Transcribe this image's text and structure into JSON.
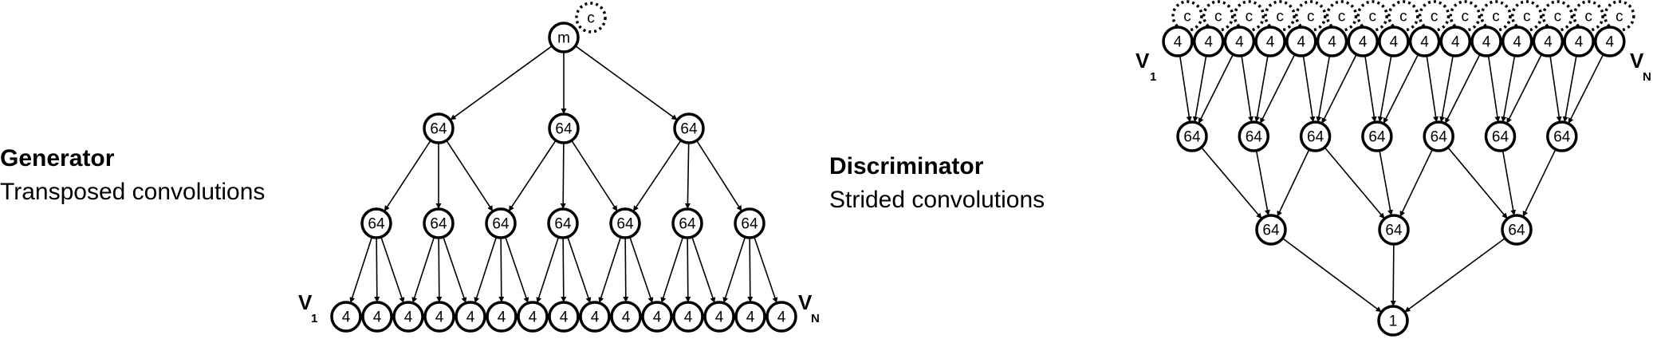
{
  "generator": {
    "title": "Generator",
    "subtitle": "Transposed  convolutions",
    "latent_label": "m",
    "condition_label": "c",
    "level1_label": "64",
    "level2_label": "64",
    "output_label": "4",
    "level1_count": 3,
    "level2_count": 7,
    "output_count": 15,
    "first_label": "V",
    "first_sub": "1",
    "last_label": "V",
    "last_sub": "N"
  },
  "discriminator": {
    "title": "Discriminator",
    "subtitle": "Strided convolutions",
    "input_label": "4",
    "condition_label": "c",
    "level1_label": "64",
    "level2_label": "64",
    "output_label": "1",
    "input_count": 15,
    "level1_count": 7,
    "level2_count": 3,
    "first_label": "V",
    "first_sub": "1",
    "last_label": "V",
    "last_sub": "N"
  }
}
